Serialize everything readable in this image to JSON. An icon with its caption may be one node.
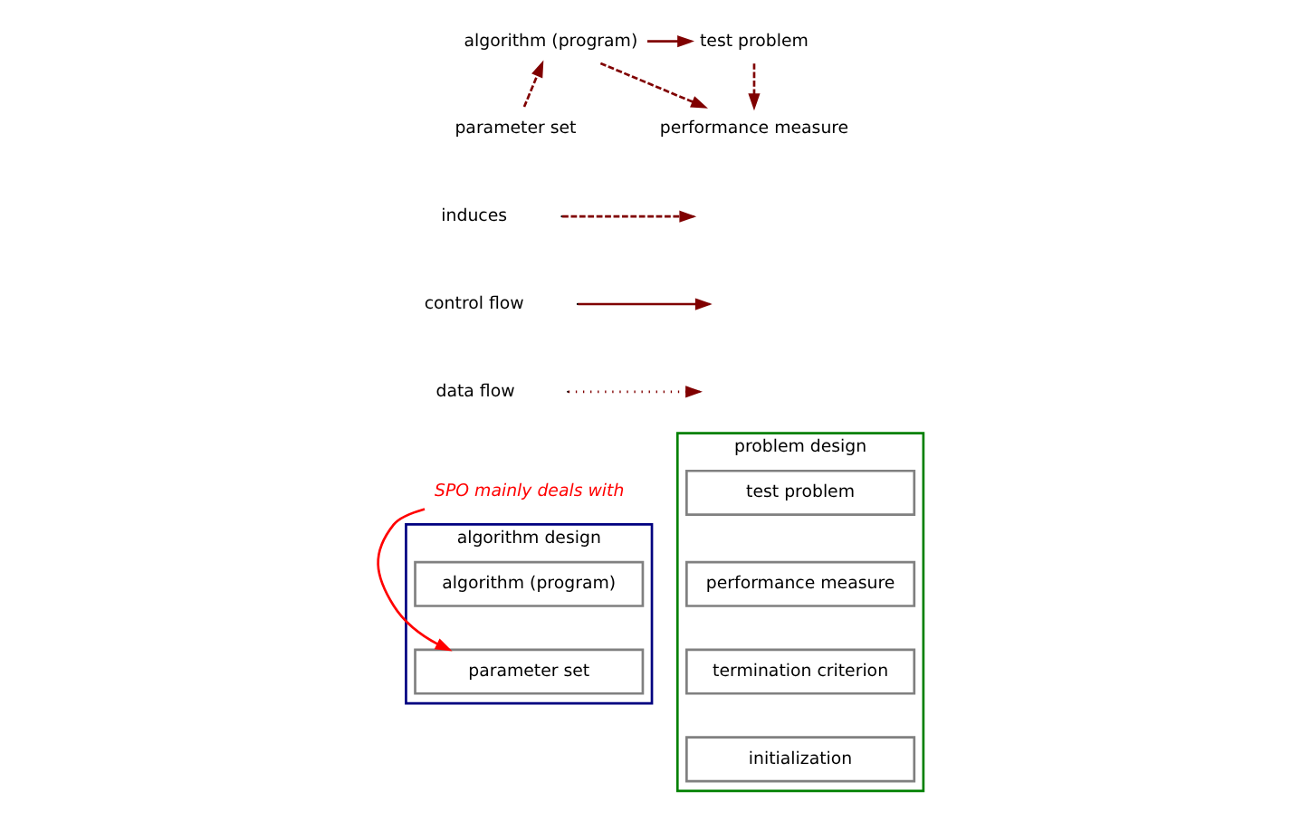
{
  "diagram": {
    "nodes": [
      {
        "text": [
          "algorithm (program)"
        ]
      },
      {
        "text": [
          "test problem"
        ]
      },
      {
        "text": [
          "parameter set"
        ]
      },
      {
        "text": [
          "performance measure"
        ]
      },
      {
        "text": [
          "algorithm design"
        ]
      },
      {
        "text": [
          "algorithm (program)"
        ],
        "in": 4
      },
      {
        "text": [
          "parameter set"
        ],
        "in": 4
      },
      {
        "text": [
          "problem design"
        ]
      },
      {
        "text": [
          "test problem"
        ],
        "in": 7
      },
      {
        "text": [
          "performance measure"
        ],
        "in": 7
      },
      {
        "text": [
          "termination criterion"
        ],
        "in": 7
      },
      {
        "text": [
          "initialization"
        ],
        "in": 7
      },
      {
        "text": [
          "SPO mainly deals with"
        ]
      }
    ],
    "edges": [
      {
        "from": 0,
        "to": 1,
        "arrow": "to"
      },
      {
        "from": 2,
        "to": 0,
        "arrow": "to",
        "style": "dashed"
      },
      {
        "from": 0,
        "to": 3,
        "arrow": "to",
        "style": "dashed"
      },
      {
        "from": 1,
        "to": 3,
        "arrow": "to",
        "style": "dashed"
      },
      {
        "from": 12,
        "to": 6,
        "arrow": "to",
        "color": "#ff0000"
      }
    ],
    "legend": [
      {
        "text": "induces"
      },
      {
        "text": "control flow"
      },
      {
        "text": "data flow"
      }
    ]
  }
}
